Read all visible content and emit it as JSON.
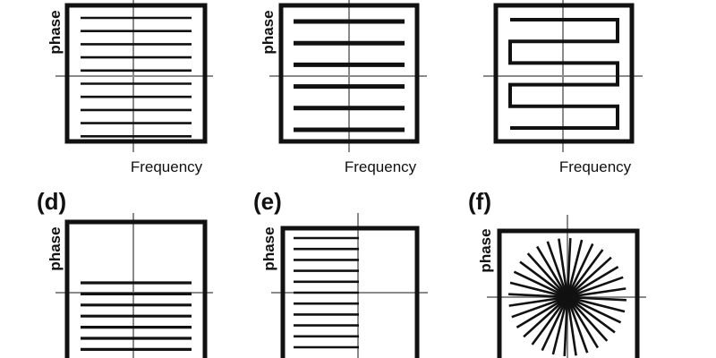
{
  "figure": {
    "colors": {
      "ink": "#111111",
      "axis": "#8a8a8a",
      "background": "#ffffff"
    },
    "panels": [
      {
        "id": "a",
        "label": "",
        "ylabel": "phase",
        "xlabel": "Frequency",
        "pattern": "dense-horizontal-lines",
        "line_count": 10
      },
      {
        "id": "b",
        "label": "",
        "ylabel": "phase",
        "xlabel": "Frequency",
        "pattern": "sparse-horizontal-lines",
        "line_count": 6
      },
      {
        "id": "c",
        "label": "",
        "ylabel": "",
        "xlabel": "Frequency",
        "pattern": "serpentine-raster",
        "line_count": 6
      },
      {
        "id": "d",
        "label": "(d)",
        "ylabel": "phase",
        "xlabel": "",
        "pattern": "lower-half-horizontal-lines",
        "line_count": 7
      },
      {
        "id": "e",
        "label": "(e)",
        "ylabel": "phase",
        "xlabel": "",
        "pattern": "left-half-horizontal-lines",
        "line_count": 11
      },
      {
        "id": "f",
        "label": "(f)",
        "ylabel": "phase",
        "xlabel": "",
        "pattern": "radial-spokes",
        "line_count": 16
      }
    ]
  }
}
